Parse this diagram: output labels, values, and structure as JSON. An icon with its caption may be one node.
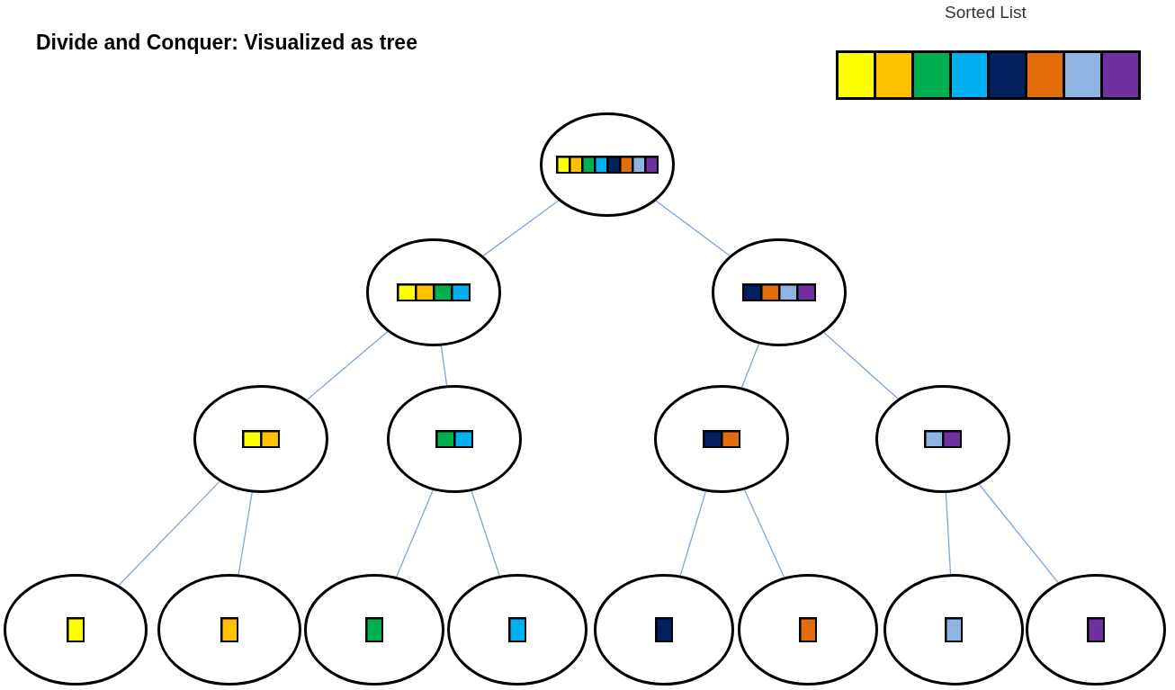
{
  "diagram": {
    "title": "Divide and Conquer: Visualized as tree",
    "nodes": [
      {
        "text": [],
        "shape": "circle"
      },
      {
        "text": [],
        "shape": "circle"
      },
      {
        "text": [],
        "shape": "circle"
      },
      {
        "text": [],
        "shape": "circle"
      },
      {
        "text": [],
        "shape": "circle"
      },
      {
        "text": [],
        "shape": "circle"
      },
      {
        "text": [],
        "shape": "circle"
      },
      {
        "text": [],
        "shape": "circle"
      },
      {
        "text": [],
        "shape": "circle"
      },
      {
        "text": [],
        "shape": "circle"
      },
      {
        "text": [],
        "shape": "circle"
      },
      {
        "text": [],
        "shape": "circle"
      },
      {
        "text": [],
        "shape": "circle"
      },
      {
        "text": [],
        "shape": "circle"
      },
      {
        "text": [],
        "shape": "circle"
      }
    ],
    "edges": [
      {
        "from": 0,
        "to": 1,
        "arrow": "none"
      },
      {
        "from": 0,
        "to": 2,
        "arrow": "none"
      },
      {
        "from": 1,
        "to": 3,
        "arrow": "none"
      },
      {
        "from": 1,
        "to": 4,
        "arrow": "none"
      },
      {
        "from": 2,
        "to": 5,
        "arrow": "none"
      },
      {
        "from": 2,
        "to": 6,
        "arrow": "none"
      },
      {
        "from": 3,
        "to": 7,
        "arrow": "none"
      },
      {
        "from": 3,
        "to": 8,
        "arrow": "none"
      },
      {
        "from": 4,
        "to": 9,
        "arrow": "none"
      },
      {
        "from": 4,
        "to": 10,
        "arrow": "none"
      },
      {
        "from": 5,
        "to": 11,
        "arrow": "none"
      },
      {
        "from": 5,
        "to": 12,
        "arrow": "none"
      },
      {
        "from": 6,
        "to": 13,
        "arrow": "none"
      },
      {
        "from": 6,
        "to": 14,
        "arrow": "none"
      }
    ],
    "labels": [
      "Sorted List"
    ]
  }
}
